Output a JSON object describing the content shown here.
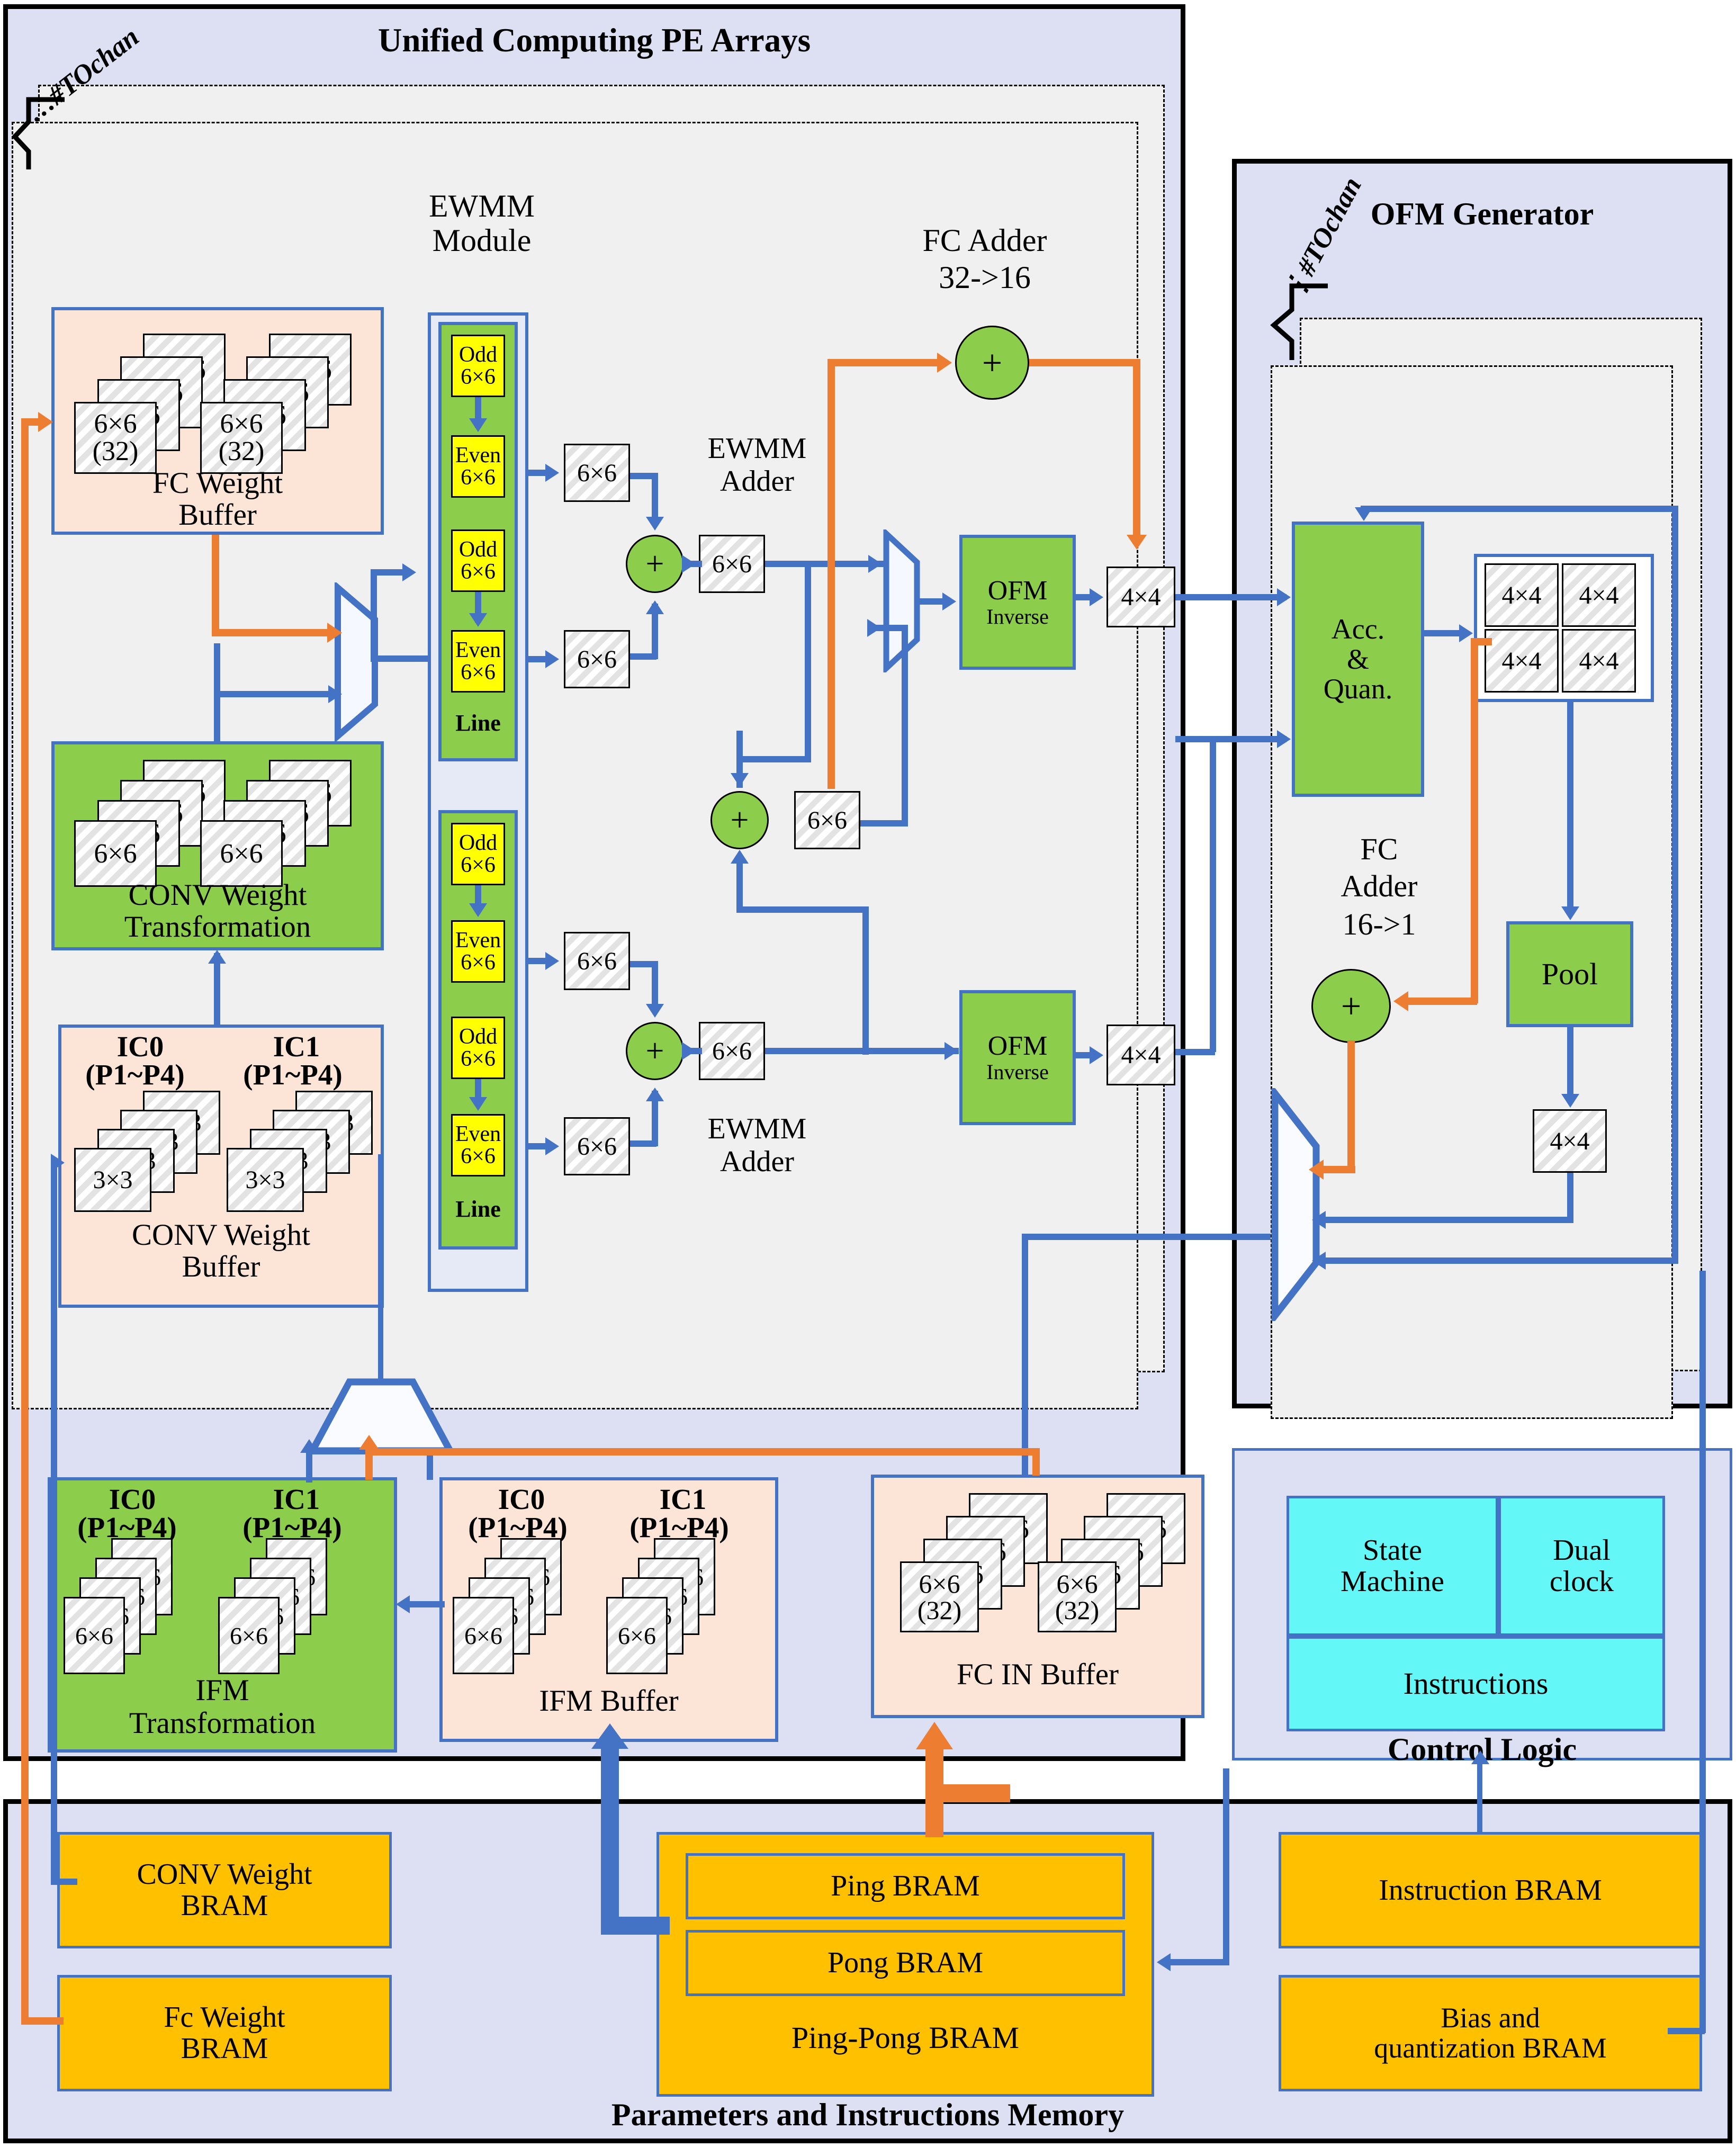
{
  "pe_arrays": {
    "title": "Unified Computing PE Arrays",
    "chan_tag": "…#TOchan",
    "ewmm_module_label": "EWMM\nModule",
    "ewmm_module_line1": "EWMM",
    "ewmm_module_line2": "Module",
    "fc_adder_title_l1": "FC Adder",
    "fc_adder_title_l2": "32->16",
    "ewmm_adder_top_l1": "EWMM",
    "ewmm_adder_top_l2": "Adder",
    "ewmm_adder_bot_l1": "EWMM",
    "ewmm_adder_bot_l2": "Adder",
    "fc_weight_buffer": "FC Weight\nBuffer",
    "fc_weight_buffer_l1": "FC Weight",
    "fc_weight_buffer_l2": "Buffer",
    "conv_weight_transform_l1": "CONV Weight",
    "conv_weight_transform_l2": "Transformation",
    "conv_weight_buffer_l1": "CONV Weight",
    "conv_weight_buffer_l2": "Buffer",
    "ic0": "IC0",
    "ic1": "IC1",
    "p1p4": "(P1~P4)",
    "ifm_transform_l1": "IFM",
    "ifm_transform_l2": "Transformation",
    "ifm_buffer": "IFM Buffer",
    "fc_in_buffer": "FC IN Buffer",
    "tile_6x6": "6×6",
    "tile_3x3": "3×3",
    "tile_32": "(32)",
    "tile_4x4": "4×4",
    "odd": "Odd",
    "even": "Even",
    "line": "Line",
    "plus": "+",
    "ofm_inverse_l1": "OFM",
    "ofm_inverse_l2": "Inverse"
  },
  "ofm_generator": {
    "title": "OFM Generator",
    "chan_tag": "⋮#TOchan",
    "acc_quan_l1": "Acc.",
    "acc_quan_l2": "&",
    "acc_quan_l3": "Quan.",
    "fc_adder_l1": "FC",
    "fc_adder_l2": "Adder",
    "fc_adder_l3": "16->1",
    "pool": "Pool",
    "tile_4x4": "4×4",
    "plus": "+"
  },
  "control_logic": {
    "title": "Control Logic",
    "state_machine_l1": "State",
    "state_machine_l2": "Machine",
    "dual_clock_l1": "Dual",
    "dual_clock_l2": "clock",
    "instructions": "Instructions"
  },
  "memory": {
    "title": "Parameters and Instructions Memory",
    "conv_weight_bram_l1": "CONV Weight",
    "conv_weight_bram_l2": "BRAM",
    "fc_weight_bram_l1": "Fc Weight",
    "fc_weight_bram_l2": "BRAM",
    "ping_bram": "Ping BRAM",
    "pong_bram": "Pong BRAM",
    "ping_pong_bram": "Ping-Pong BRAM",
    "instruction_bram": "Instruction  BRAM",
    "bias_quant_bram_l1": "Bias and",
    "bias_quant_bram_l2": "quantization BRAM"
  },
  "colors": {
    "panel_bg": "#dce0f2",
    "inner_bg": "#f0f0f0",
    "green": "#8cce4b",
    "peach": "#fce4d6",
    "yellow": "#ffff00",
    "cyan": "#63f7f7",
    "orange_block": "#ffc000",
    "wire_blue": "#4472c4",
    "wire_orange": "#ed7d31",
    "frame_black": "#000000"
  }
}
